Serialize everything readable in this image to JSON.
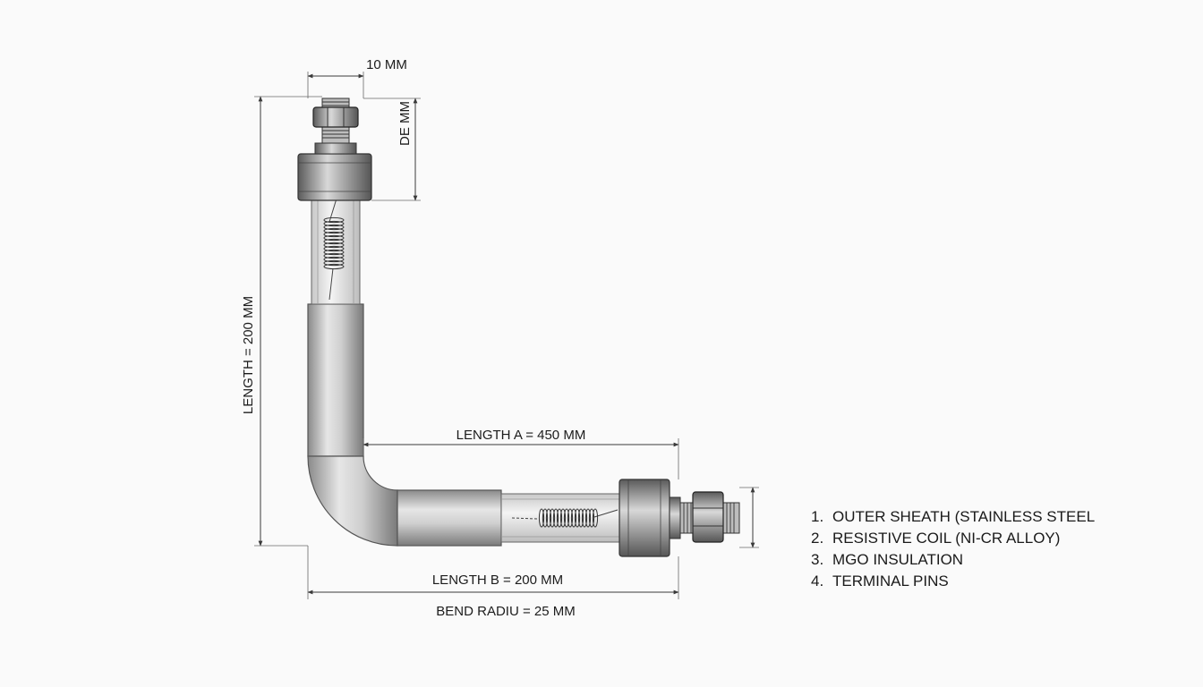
{
  "dimensions": {
    "top_width": "10 MM",
    "top_depth": "DE MM",
    "vertical_length": "LENGTH = 200 MM",
    "length_a": "LENGTH A = 450 MM",
    "length_b": "LENGTH B = 200 MM",
    "bend_radius": "BEND RADIU = 25 MM"
  },
  "legend": {
    "items": [
      {
        "num": "1.",
        "text": "OUTER SHEATH (STAINLESS STEEL"
      },
      {
        "num": "2.",
        "text": "RESISTIVE COIL (NI-CR ALLOY)"
      },
      {
        "num": "3.",
        "text": "MGO INSULATION"
      },
      {
        "num": "4.",
        "text": "TERMINAL PINS"
      }
    ]
  },
  "colors": {
    "sheath": "#c4c4c4",
    "metal_dark": "#6e6e6e",
    "line": "#3a3a3a"
  }
}
